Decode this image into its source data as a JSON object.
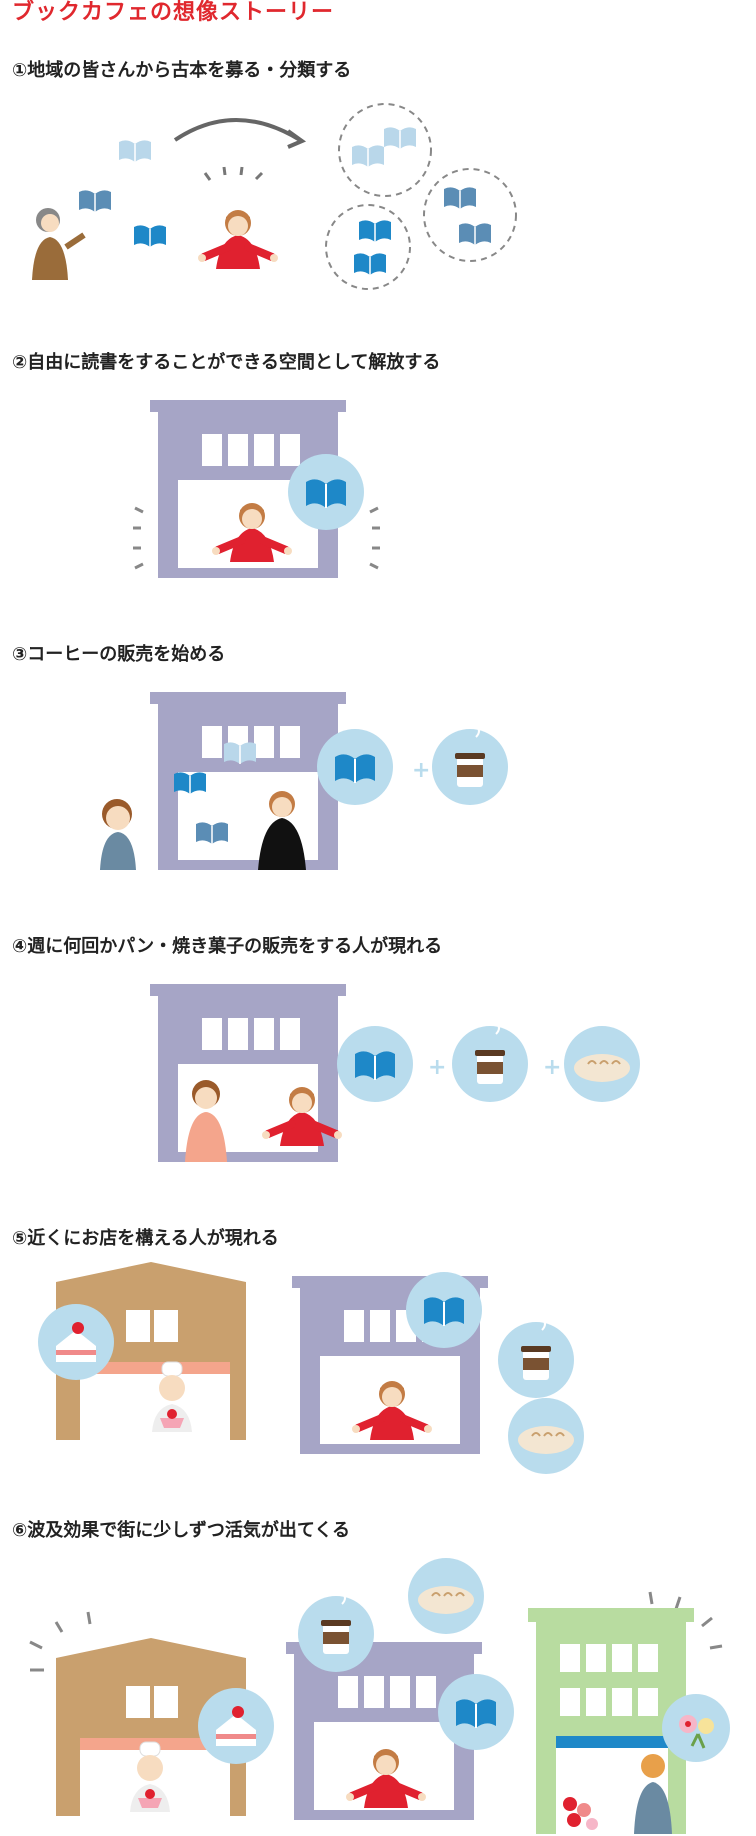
{
  "title": "ブックカフェの想像ストーリー",
  "steps": [
    {
      "num": "①",
      "text": "地域の皆さんから古本を募る・分類する"
    },
    {
      "num": "②",
      "text": "自由に読書をすることができる空間として解放する"
    },
    {
      "num": "③",
      "text": "コーヒーの販売を始める"
    },
    {
      "num": "④",
      "text": "週に何回かパン・焼き菓子の販売をする人が現れる"
    },
    {
      "num": "⑤",
      "text": "近くにお店を構える人が現れる"
    },
    {
      "num": "⑥",
      "text": "波及効果で街に少しずつ活気が出てくる"
    }
  ],
  "colors": {
    "title_red": "#e0282e",
    "bookcafe_building": "#a6a5c6",
    "bakery_building": "#c9a06e",
    "flower_building": "#b8dca0",
    "bubble": "#b9dced",
    "book_light": "#b9d7ea",
    "book_mid": "#5b8db5",
    "book_dark": "#1e88c8",
    "red_dress": "#e0212f"
  }
}
